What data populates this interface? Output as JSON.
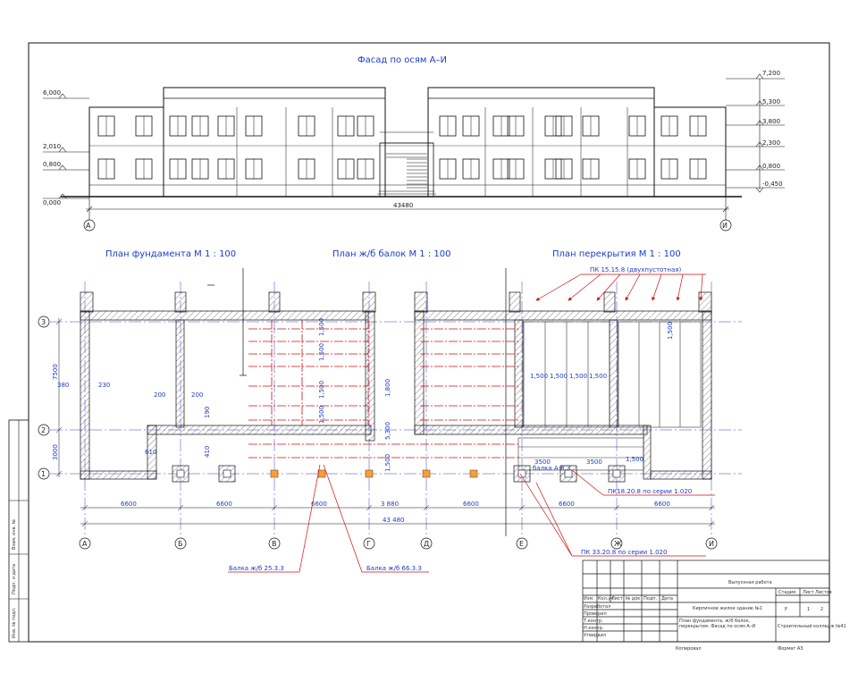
{
  "titles": {
    "facade": "Фасад по осям А–И",
    "foundation_plan": "План фундамента М 1 : 100",
    "beam_plan": "План ж/б балок М 1 : 100",
    "floor_plan": "План перекрытия М 1 : 100"
  },
  "facade": {
    "left_levels": [
      "6,000",
      "2,010",
      "0,800",
      "0,000"
    ],
    "right_levels": [
      "7,200",
      "5,300",
      "3,800",
      "2,300",
      "0,800",
      "-0,450"
    ],
    "overall": "43480",
    "axis_start": "А",
    "axis_end": "И"
  },
  "plan": {
    "row_axes": [
      "3",
      "2",
      "1"
    ],
    "col_axes": [
      "А",
      "Б",
      "В",
      "Г",
      "Д",
      "Е",
      "Ж",
      "И"
    ],
    "spans": [
      "6600",
      "6600",
      "6600",
      "3 880",
      "6600",
      "6600",
      "6600"
    ],
    "total": "43 480",
    "left_dims": [
      "7500",
      "3000"
    ],
    "inner_dims": {
      "d380": "380",
      "d230": "230",
      "d200a": "200",
      "d200b": "200",
      "d190": "190",
      "d410": "410",
      "d610": "610",
      "d1800": "1,800",
      "d5300": "5,300",
      "d1500v": "1,500",
      "beam_pitch": [
        "1,500",
        "1,500",
        "1,500",
        "1,500"
      ],
      "slab_widths": [
        "1,500",
        "1,500",
        "1,500",
        "1,500",
        "1,500"
      ],
      "lower_dims": [
        "3500",
        "3500",
        "1,500"
      ],
      "lintel": "балка А-6,3"
    }
  },
  "callouts": {
    "pk_top": "ПК 15.15.8 (двухпустотная)",
    "pk_right": "ПК18.20.8 по серии 1.020",
    "pk_bottom": "ПК 33.20.8 по серии 1.020",
    "beam_1": "Балка ж/б 25.3.3",
    "beam_2": "Балка ж/б 66.3.3"
  },
  "stamp": {
    "title": "Выпускная работа",
    "project": "Кирпичное жилое здание №1",
    "stage_h": "Стадия",
    "sheet_h": "Лист",
    "sheets_h": "Листов",
    "stage_v": "Р",
    "sheet_v": "1",
    "sheets_v": "2",
    "drawing": "План фундамента, ж/б балок, перекрытия. Фасад по осям А–И",
    "org": "Строительный колледж №41",
    "cols": [
      "Изм.",
      "Кол.уч",
      "Лист",
      "№ док",
      "Подп.",
      "Дата"
    ],
    "roles": [
      "Разработал",
      "Проверил",
      "Т.контр.",
      "Н.контр.",
      "Утвердил"
    ],
    "copied": "Копировал",
    "format": "Формат А3"
  },
  "side_stamp": [
    "Взам. инв. №",
    "Подп. и дата",
    "Инв. № подл."
  ]
}
